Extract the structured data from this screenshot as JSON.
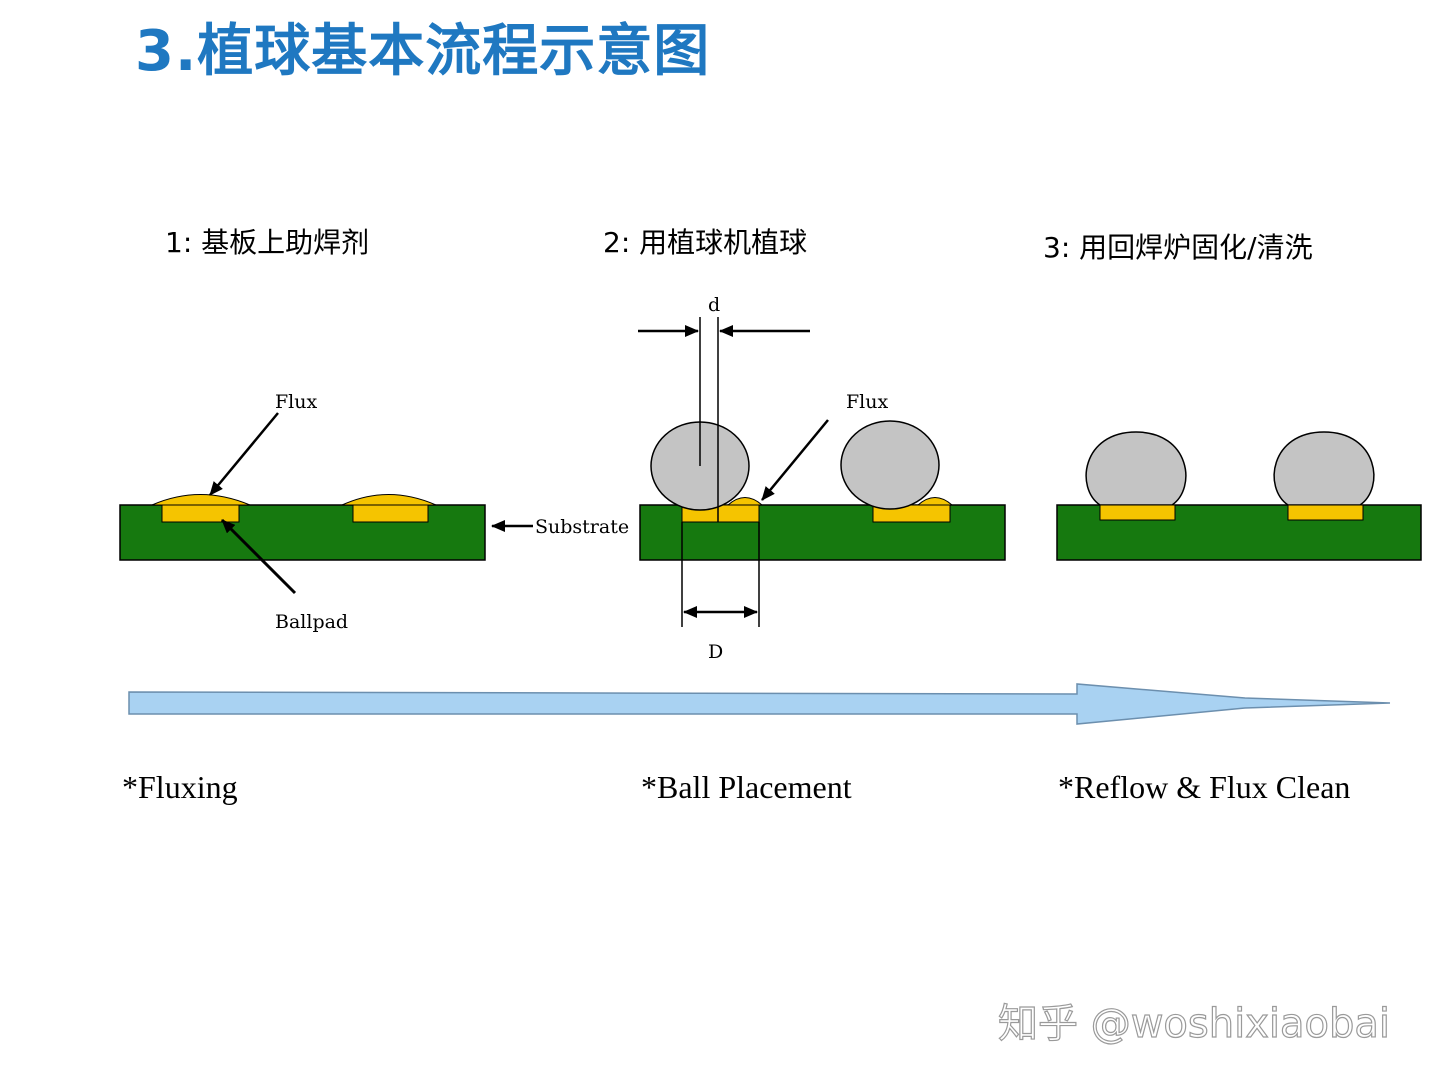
{
  "title": "3.植球基本流程示意图",
  "steps": [
    {
      "title": "1: 基板上助焊剂",
      "process": "*Fluxing"
    },
    {
      "title": "2: 用植球机植球",
      "process": "*Ball Placement"
    },
    {
      "title": "3: 用回焊炉固化/清洗",
      "process": "*Reflow & Flux Clean"
    }
  ],
  "labels": {
    "flux": "Flux",
    "substrate": "Substrate",
    "ballpad": "Ballpad",
    "small_d": "d",
    "big_d": "D"
  },
  "watermark": "知乎 @woshixiaobai",
  "colors": {
    "title": "#1f78c1",
    "substrate": "#16790f",
    "pad": "#f5c400",
    "ball": "#c4c4c4",
    "arrow": "#a9d2f2"
  }
}
